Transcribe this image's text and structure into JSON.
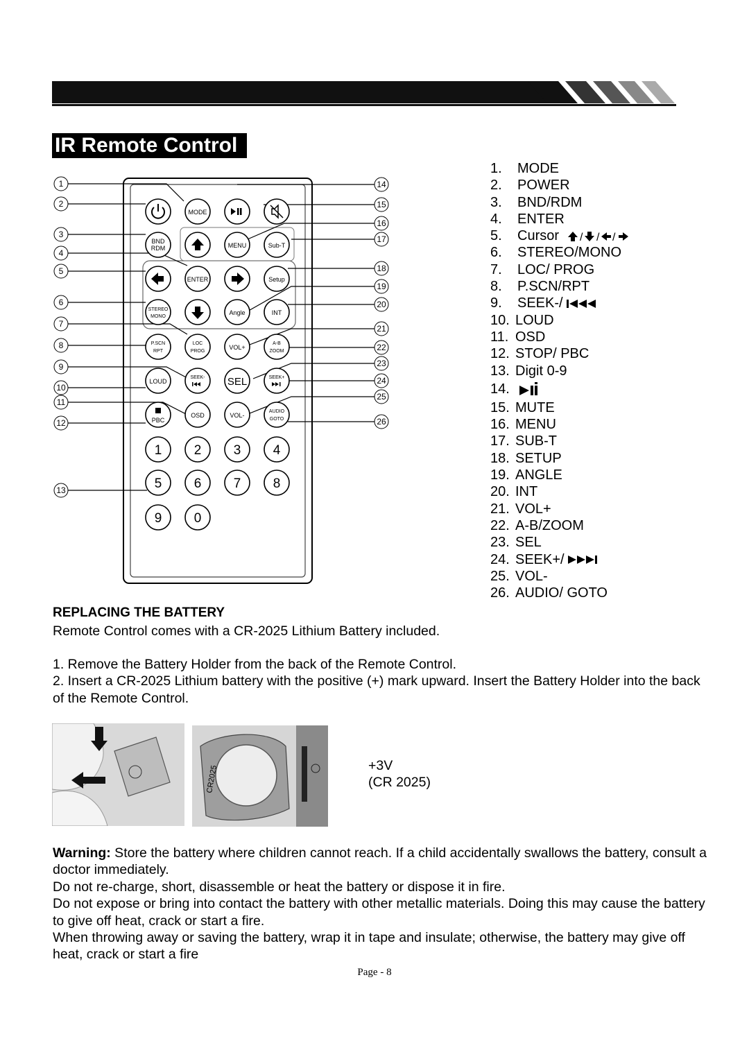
{
  "title": "IR Remote Control",
  "remote": {
    "callouts": [
      "1",
      "2",
      "3",
      "4",
      "5",
      "6",
      "7",
      "8",
      "9",
      "10",
      "11",
      "12",
      "13",
      "14",
      "15",
      "16",
      "17",
      "18",
      "19",
      "20",
      "21",
      "22",
      "23",
      "24",
      "25",
      "26"
    ],
    "buttons": {
      "mode": "MODE",
      "menu": "MENU",
      "sub_t": "Sub-T",
      "bnd": "BND",
      "rdm": "RDM",
      "enter": "ENTER",
      "setup": "Setup",
      "stereo": "STEREO",
      "mono": "MONO",
      "angle": "Angle",
      "int": "INT",
      "pscn": "P.SCN",
      "rpt": "RPT",
      "loc": "LOC",
      "prog": "PROG",
      "vol_plus": "VOL+",
      "ab": "A-B",
      "zoom": "ZOOM",
      "loud": "LOUD",
      "seek_minus": "SEEK-",
      "sel": "SEL",
      "seek_plus": "SEEK+",
      "pbc": "PBC",
      "osd": "OSD",
      "vol_minus": "VOL-",
      "audio": "AUDIO",
      "goto": "GOTO",
      "digits": [
        "1",
        "2",
        "3",
        "4",
        "5",
        "6",
        "7",
        "8",
        "9",
        "0"
      ]
    }
  },
  "legend": [
    {
      "num": "1.",
      "text": "MODE"
    },
    {
      "num": "2.",
      "text": "POWER"
    },
    {
      "num": "3.",
      "text": "BND/RDM"
    },
    {
      "num": "4.",
      "text": "ENTER"
    },
    {
      "num": "5.",
      "text": "Cursor",
      "icon": "cursor-arrows-icon"
    },
    {
      "num": "6.",
      "text": "STEREO/MONO"
    },
    {
      "num": "7.",
      "text": "LOC/ PROG"
    },
    {
      "num": "8.",
      "text": "P.SCN/RPT"
    },
    {
      "num": "9.",
      "text": "SEEK-/",
      "icon": "skip-back-icon"
    },
    {
      "num": "10.",
      "text": "LOUD"
    },
    {
      "num": "11.",
      "text": "OSD"
    },
    {
      "num": "12.",
      "text": "STOP/ PBC"
    },
    {
      "num": "13.",
      "text": "Digit 0-9"
    },
    {
      "num": "14.",
      "text": "",
      "icon": "play-pause-icon"
    },
    {
      "num": "15.",
      "text": "MUTE"
    },
    {
      "num": "16.",
      "text": "MENU"
    },
    {
      "num": "17.",
      "text": "SUB-T"
    },
    {
      "num": "18.",
      "text": "SETUP"
    },
    {
      "num": "19.",
      "text": "ANGLE"
    },
    {
      "num": "20.",
      "text": "INT"
    },
    {
      "num": "21.",
      "text": "VOL+"
    },
    {
      "num": "22.",
      "text": "A-B/ZOOM"
    },
    {
      "num": "23.",
      "text": "SEL"
    },
    {
      "num": "24.",
      "text": "SEEK+/",
      "icon": "skip-forward-icon"
    },
    {
      "num": "25.",
      "text": "VOL-"
    },
    {
      "num": "26.",
      "text": "AUDIO/ GOTO"
    }
  ],
  "battery": {
    "heading": "REPLACING THE BATTERY",
    "intro": "Remote Control comes with a CR-2025 Lithium Battery included.",
    "step1": "1. Remove the Battery Holder from the back of the Remote Control.",
    "step2": "2. Insert a CR-2025 Lithium battery with the positive (+) mark upward. Insert the Battery Holder into the back of the Remote Control.",
    "voltage": "+3V",
    "model": "(CR 2025)",
    "holder_print": "CR2025"
  },
  "warning": {
    "label": "Warning:",
    "text1": " Store the battery where children cannot reach. If a child accidentally swallows the battery, consult a doctor immediately.",
    "text2": "Do not re-charge, short, disassemble or heat the battery or dispose it in fire.",
    "text3": "Do not expose or bring into contact the battery with other metallic materials. Doing this may cause the battery to give off heat, crack or start a fire.",
    "text4": "When throwing away or saving the battery, wrap it in tape and insulate; otherwise, the battery may give off heat, crack or start a fire"
  },
  "page": "Page - 8"
}
